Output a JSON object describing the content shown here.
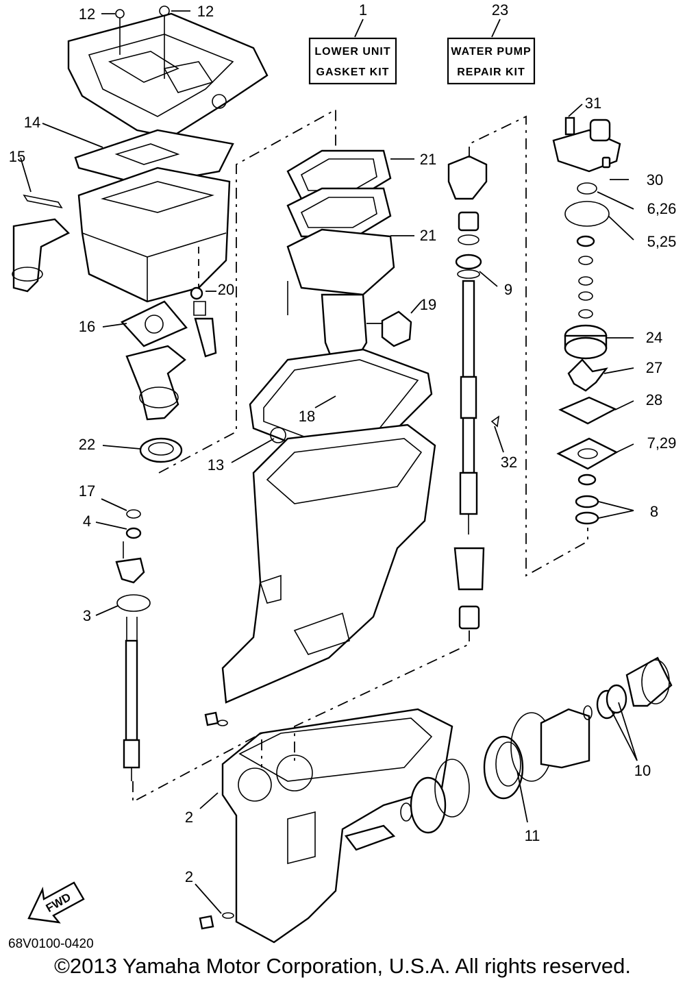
{
  "kits": [
    {
      "callout": "1",
      "line1": "LOWER UNIT",
      "line2": "GASKET KIT"
    },
    {
      "callout": "23",
      "line1": "WATER PUMP",
      "line2": "REPAIR KIT"
    }
  ],
  "callouts": {
    "c12a": "12",
    "c12b": "12",
    "c14": "14",
    "c15": "15",
    "c20": "20",
    "c16": "16",
    "c22": "22",
    "c17": "17",
    "c4": "4",
    "c3": "3",
    "c21a": "21",
    "c21b": "21",
    "c19": "19",
    "c18": "18",
    "c13": "13",
    "c9": "9",
    "c32": "32",
    "c31": "31",
    "c30": "30",
    "c6_26": "6,26",
    "c5_25": "5,25",
    "c24": "24",
    "c27": "27",
    "c28": "28",
    "c7_29": "7,29",
    "c8": "8",
    "c10": "10",
    "c11": "11",
    "c2a": "2",
    "c2b": "2"
  },
  "fwd_label": "FWD",
  "diagram_code": "68V0100-0420",
  "copyright": "©2013 Yamaha Motor Corporation, U.S.A. All rights reserved."
}
